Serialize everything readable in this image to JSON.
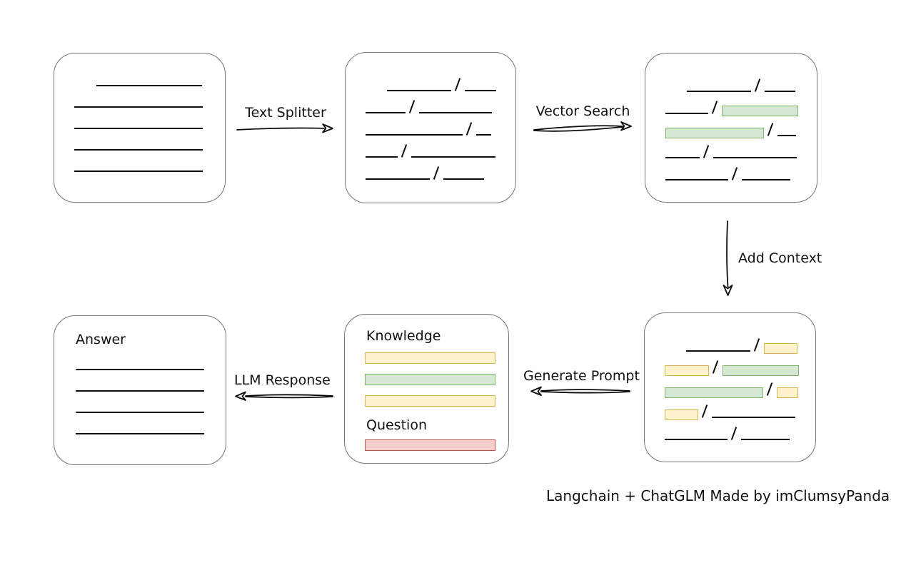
{
  "colors": {
    "ink": "#0d0d0d",
    "box_stroke": "#767676",
    "green_fill": "#d5e8d4",
    "green_stroke": "#82b366",
    "yellow_fill": "#fff2cc",
    "yellow_stroke": "#d6b656",
    "red_fill": "#f8cecc",
    "red_stroke": "#b85450"
  },
  "labels": {
    "text_splitter": "Text Splitter",
    "vector_search": "Vector Search",
    "add_context": "Add Context",
    "generate_prompt": "Generate Prompt",
    "llm_response": "LLM Response"
  },
  "prompt_box": {
    "knowledge": "Knowledge",
    "question": "Question",
    "bars": [
      {
        "c": "yellow"
      },
      {
        "c": "green"
      },
      {
        "c": "yellow"
      }
    ],
    "question_bars": [
      {
        "c": "red"
      }
    ]
  },
  "answer_box": {
    "title": "Answer",
    "line_count": 4
  },
  "caption": "Langchain + ChatGLM Made by imClumsyPanda",
  "boxes": {
    "document": {
      "rows": [
        [
          {
            "t": "line",
            "w": 148,
            "ind": 31
          }
        ],
        [
          {
            "t": "line",
            "w": 180
          }
        ],
        [
          {
            "t": "line",
            "w": 180
          }
        ],
        [
          {
            "t": "line",
            "w": 180
          }
        ],
        [
          {
            "t": "line",
            "w": 180
          }
        ]
      ]
    },
    "split": {
      "rows": [
        [
          {
            "t": "line",
            "w": 90,
            "ind": 30
          },
          {
            "t": "slash"
          },
          {
            "t": "line",
            "w": 44
          }
        ],
        [
          {
            "t": "line",
            "w": 56
          },
          {
            "t": "slash"
          },
          {
            "t": "line",
            "w": 102
          }
        ],
        [
          {
            "t": "line",
            "w": 136
          },
          {
            "t": "slash"
          },
          {
            "t": "line",
            "w": 21
          }
        ],
        [
          {
            "t": "line",
            "w": 45
          },
          {
            "t": "slash"
          },
          {
            "t": "line",
            "w": 118
          }
        ],
        [
          {
            "t": "line",
            "w": 90
          },
          {
            "t": "slash"
          },
          {
            "t": "line",
            "w": 57
          }
        ]
      ]
    },
    "matched": {
      "rows": [
        [
          {
            "t": "line",
            "w": 90,
            "ind": 30
          },
          {
            "t": "slash"
          },
          {
            "t": "line",
            "w": 43
          }
        ],
        [
          {
            "t": "line",
            "w": 60
          },
          {
            "t": "slash"
          },
          {
            "t": "green",
            "w": 107
          }
        ],
        [
          {
            "t": "green",
            "w": 138
          },
          {
            "t": "slash"
          },
          {
            "t": "line",
            "w": 26
          }
        ],
        [
          {
            "t": "line",
            "w": 48
          },
          {
            "t": "slash"
          },
          {
            "t": "line",
            "w": 117
          }
        ],
        [
          {
            "t": "line",
            "w": 88
          },
          {
            "t": "slash"
          },
          {
            "t": "line",
            "w": 68
          }
        ]
      ]
    },
    "context": {
      "rows": [
        [
          {
            "t": "line",
            "w": 90,
            "ind": 30
          },
          {
            "t": "slash"
          },
          {
            "t": "yellow",
            "w": 47
          }
        ],
        [
          {
            "t": "yellow",
            "w": 62
          },
          {
            "t": "slash"
          },
          {
            "t": "green",
            "w": 107
          }
        ],
        [
          {
            "t": "green",
            "w": 138
          },
          {
            "t": "slash"
          },
          {
            "t": "yellow",
            "w": 30
          }
        ],
        [
          {
            "t": "yellow",
            "w": 47
          },
          {
            "t": "slash"
          },
          {
            "t": "line",
            "w": 117
          }
        ],
        [
          {
            "t": "line",
            "w": 88
          },
          {
            "t": "slash"
          },
          {
            "t": "line",
            "w": 68
          }
        ]
      ]
    }
  }
}
